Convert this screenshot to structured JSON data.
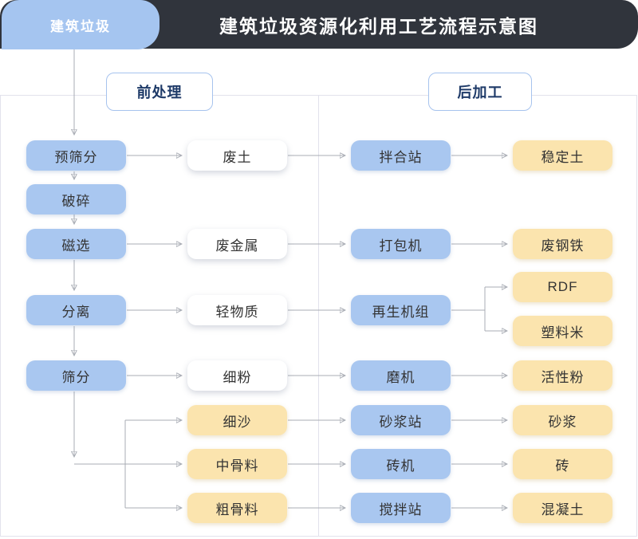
{
  "header": {
    "tab": "建筑垃圾",
    "title": "建筑垃圾资源化利用工艺流程示意图"
  },
  "sections": {
    "pre": "前处理",
    "post": "后加工"
  },
  "nodes": {
    "pre_screening": "预筛分",
    "crushing": "破碎",
    "magnetic_separation": "磁选",
    "separation": "分离",
    "screening": "筛分",
    "waste_soil": "废土",
    "scrap_metal": "废金属",
    "light_material": "轻物质",
    "fine_powder": "细粉",
    "fine_sand": "细沙",
    "medium_aggregate": "中骨料",
    "coarse_aggregate": "粗骨料",
    "mixing_station": "拌合站",
    "baler": "打包机",
    "regeneration_unit": "再生机组",
    "mill": "磨机",
    "mortar_station": "砂浆站",
    "brick_machine": "砖机",
    "concrete_mixing_station": "搅拌站",
    "stabilized_soil": "稳定土",
    "scrap_steel": "废钢铁",
    "rdf": "RDF",
    "plastic_pellets": "塑料米",
    "active_powder": "活性粉",
    "mortar": "砂浆",
    "brick": "砖",
    "concrete": "混凝土"
  },
  "colors": {
    "header_bg": "#30343C",
    "tab_bg": "#A5C5F0",
    "node_blue": "#A9C7F0",
    "node_yellow": "#FBE4AE",
    "node_white": "#FFFFFF",
    "section_border": "#A6C3EE",
    "section_text": "#1E3A68",
    "connector_line": "#A8ACB4",
    "panel_border": "#E2E2EC"
  }
}
